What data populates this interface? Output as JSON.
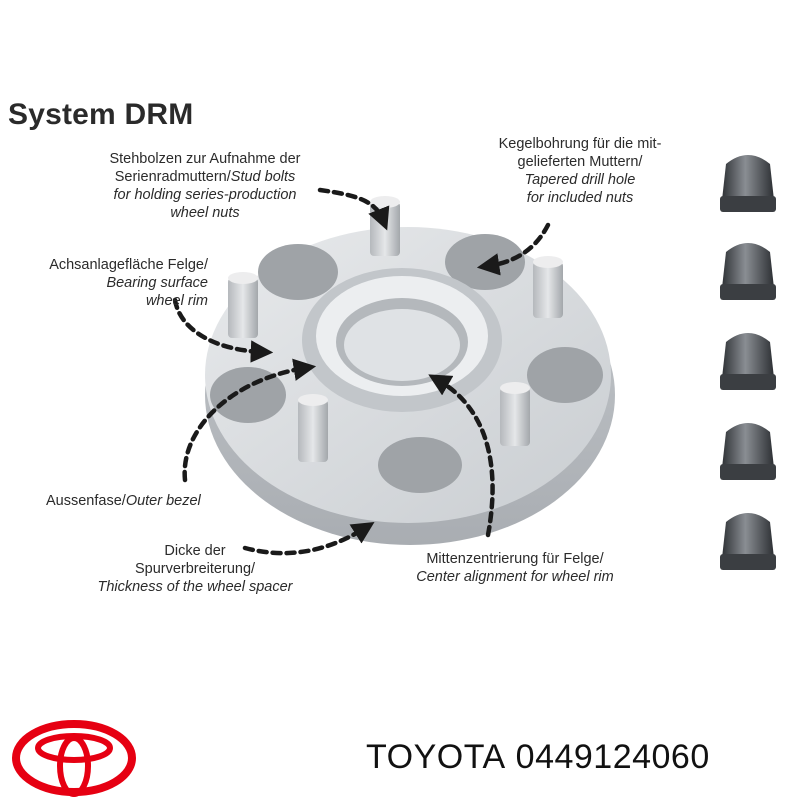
{
  "title": "System DRM",
  "callouts": {
    "stud_bolts": {
      "de_lines": [
        "Stehbolzen zur Aufnahme der",
        "Serienradmuttern/"
      ],
      "en_inline": "Stud bolts",
      "en_lines": [
        "for holding series-production",
        "wheel nuts"
      ]
    },
    "tapered_hole": {
      "de_lines": [
        "Kegelbohrung für die mit-",
        "gelieferten Muttern/"
      ],
      "en_lines": [
        "Tapered drill hole",
        "for included nuts"
      ]
    },
    "bearing_surface": {
      "de_lines": [
        "Achsanlagefläche Felge/"
      ],
      "en_lines": [
        "Bearing surface",
        "wheel rim"
      ]
    },
    "outer_bezel": {
      "de": "Aussenfase/",
      "en": "Outer bezel"
    },
    "thickness": {
      "de_lines": [
        "Dicke der",
        "Spurverbreiterung/"
      ],
      "en_lines": [
        "Thickness of the wheel spacer"
      ]
    },
    "center_alignment": {
      "de_lines": [
        "Mittenzentrierung für Felge/"
      ],
      "en_lines": [
        "Center alignment for wheel rim"
      ]
    }
  },
  "brand": {
    "name": "TOYOTA",
    "part_number": "0449124060",
    "logo_color": "#e60012"
  },
  "colors": {
    "spacer": "#d9dcdf",
    "spacer_shadow": "#b8bcc0",
    "arrow": "#1a1a1a",
    "nut": "#4a4d52"
  },
  "nut_count": 5
}
